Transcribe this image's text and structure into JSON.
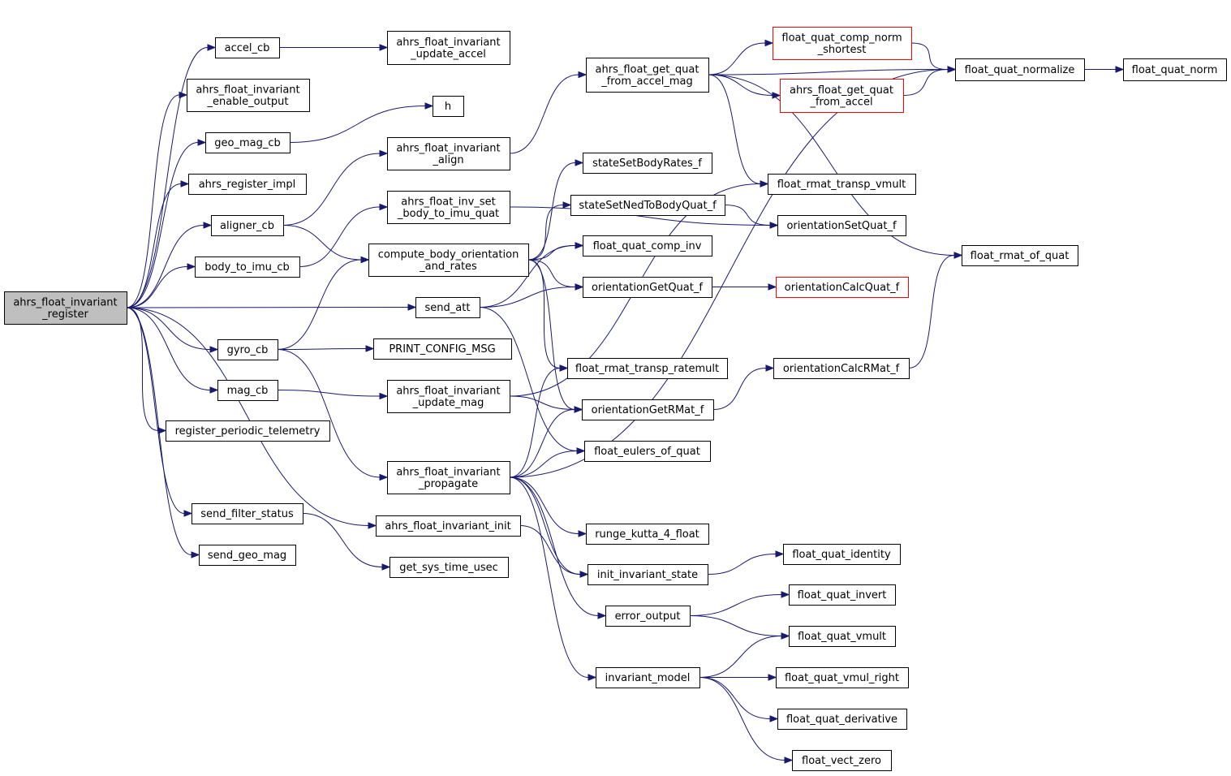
{
  "colors": {
    "edge": "#191970",
    "node_border": "#000000",
    "truncated_border": "#ff0000",
    "root_fill": "#bfbfbf"
  },
  "nodes": {
    "root": {
      "lines": [
        "ahrs_float_invariant",
        "_register"
      ]
    },
    "accel_cb": {
      "lines": [
        "accel_cb"
      ]
    },
    "enable_output": {
      "lines": [
        "ahrs_float_invariant",
        "_enable_output"
      ]
    },
    "geo_mag_cb": {
      "lines": [
        "geo_mag_cb"
      ]
    },
    "register_impl": {
      "lines": [
        "ahrs_register_impl"
      ]
    },
    "aligner_cb": {
      "lines": [
        "aligner_cb"
      ]
    },
    "body_to_imu_cb": {
      "lines": [
        "body_to_imu_cb"
      ]
    },
    "gyro_cb": {
      "lines": [
        "gyro_cb"
      ]
    },
    "mag_cb": {
      "lines": [
        "mag_cb"
      ]
    },
    "reg_periodic": {
      "lines": [
        "register_periodic_telemetry"
      ]
    },
    "send_filter_status": {
      "lines": [
        "send_filter_status"
      ]
    },
    "send_geo_mag": {
      "lines": [
        "send_geo_mag"
      ]
    },
    "update_accel": {
      "lines": [
        "ahrs_float_invariant",
        "_update_accel"
      ]
    },
    "h": {
      "lines": [
        "h"
      ]
    },
    "align": {
      "lines": [
        "ahrs_float_invariant",
        "_align"
      ]
    },
    "inv_set_body": {
      "lines": [
        "ahrs_float_inv_set",
        "_body_to_imu_quat"
      ]
    },
    "compute_body": {
      "lines": [
        "compute_body_orientation",
        "_and_rates"
      ]
    },
    "send_att": {
      "lines": [
        "send_att"
      ]
    },
    "print_config": {
      "lines": [
        "PRINT_CONFIG_MSG"
      ]
    },
    "update_mag": {
      "lines": [
        "ahrs_float_invariant",
        "_update_mag"
      ]
    },
    "propagate": {
      "lines": [
        "ahrs_float_invariant",
        "_propagate"
      ]
    },
    "inv_init": {
      "lines": [
        "ahrs_float_invariant_init"
      ]
    },
    "get_sys_time": {
      "lines": [
        "get_sys_time_usec"
      ]
    },
    "get_quat_accel_mag": {
      "lines": [
        "ahrs_float_get_quat",
        "_from_accel_mag"
      ]
    },
    "state_body_rates": {
      "lines": [
        "stateSetBodyRates_f"
      ]
    },
    "state_ned_quat": {
      "lines": [
        "stateSetNedToBodyQuat_f"
      ]
    },
    "quat_comp_inv": {
      "lines": [
        "float_quat_comp_inv"
      ]
    },
    "orient_get_quat": {
      "lines": [
        "orientationGetQuat_f"
      ]
    },
    "rmat_transp_ratemult": {
      "lines": [
        "float_rmat_transp_ratemult"
      ]
    },
    "orient_get_rmat": {
      "lines": [
        "orientationGetRMat_f"
      ]
    },
    "eulers_of_quat": {
      "lines": [
        "float_eulers_of_quat"
      ]
    },
    "runge_kutta": {
      "lines": [
        "runge_kutta_4_float"
      ]
    },
    "init_inv_state": {
      "lines": [
        "init_invariant_state"
      ]
    },
    "error_output": {
      "lines": [
        "error_output"
      ]
    },
    "invariant_model": {
      "lines": [
        "invariant_model"
      ]
    },
    "quat_comp_norm_shortest": {
      "lines": [
        "float_quat_comp_norm",
        "_shortest"
      ]
    },
    "get_quat_from_accel": {
      "lines": [
        "ahrs_float_get_quat",
        "_from_accel"
      ]
    },
    "rmat_transp_vmult": {
      "lines": [
        "float_rmat_transp_vmult"
      ]
    },
    "orient_set_quat": {
      "lines": [
        "orientationSetQuat_f"
      ]
    },
    "orient_calc_quat": {
      "lines": [
        "orientationCalcQuat_f"
      ]
    },
    "orient_calc_rmat": {
      "lines": [
        "orientationCalcRMat_f"
      ]
    },
    "quat_identity": {
      "lines": [
        "float_quat_identity"
      ]
    },
    "quat_invert": {
      "lines": [
        "float_quat_invert"
      ]
    },
    "quat_vmult": {
      "lines": [
        "float_quat_vmult"
      ]
    },
    "quat_vmul_right": {
      "lines": [
        "float_quat_vmul_right"
      ]
    },
    "quat_derivative": {
      "lines": [
        "float_quat_derivative"
      ]
    },
    "vect_zero": {
      "lines": [
        "float_vect_zero"
      ]
    },
    "quat_normalize": {
      "lines": [
        "float_quat_normalize"
      ]
    },
    "rmat_of_quat": {
      "lines": [
        "float_rmat_of_quat"
      ]
    },
    "quat_norm": {
      "lines": [
        "float_quat_norm"
      ]
    }
  },
  "edges": [
    [
      "root",
      "accel_cb"
    ],
    [
      "root",
      "enable_output"
    ],
    [
      "root",
      "geo_mag_cb"
    ],
    [
      "root",
      "register_impl"
    ],
    [
      "root",
      "aligner_cb"
    ],
    [
      "root",
      "body_to_imu_cb"
    ],
    [
      "root",
      "send_att"
    ],
    [
      "root",
      "gyro_cb"
    ],
    [
      "root",
      "mag_cb"
    ],
    [
      "root",
      "reg_periodic"
    ],
    [
      "root",
      "inv_init"
    ],
    [
      "root",
      "send_filter_status"
    ],
    [
      "root",
      "send_geo_mag"
    ],
    [
      "accel_cb",
      "update_accel"
    ],
    [
      "geo_mag_cb",
      "h"
    ],
    [
      "aligner_cb",
      "align"
    ],
    [
      "aligner_cb",
      "compute_body"
    ],
    [
      "body_to_imu_cb",
      "inv_set_body"
    ],
    [
      "gyro_cb",
      "compute_body"
    ],
    [
      "gyro_cb",
      "print_config"
    ],
    [
      "gyro_cb",
      "propagate"
    ],
    [
      "mag_cb",
      "update_mag"
    ],
    [
      "send_filter_status",
      "get_sys_time"
    ],
    [
      "align",
      "get_quat_accel_mag"
    ],
    [
      "inv_set_body",
      "orient_set_quat"
    ],
    [
      "compute_body",
      "state_body_rates"
    ],
    [
      "compute_body",
      "state_ned_quat"
    ],
    [
      "compute_body",
      "quat_comp_inv"
    ],
    [
      "compute_body",
      "orient_get_quat"
    ],
    [
      "compute_body",
      "rmat_transp_ratemult"
    ],
    [
      "compute_body",
      "orient_get_rmat"
    ],
    [
      "send_att",
      "quat_comp_inv"
    ],
    [
      "send_att",
      "orient_get_quat"
    ],
    [
      "send_att",
      "eulers_of_quat"
    ],
    [
      "update_mag",
      "rmat_transp_vmult"
    ],
    [
      "update_mag",
      "orient_get_rmat"
    ],
    [
      "propagate",
      "rmat_transp_ratemult"
    ],
    [
      "propagate",
      "orient_get_rmat"
    ],
    [
      "propagate",
      "eulers_of_quat"
    ],
    [
      "propagate",
      "quat_normalize"
    ],
    [
      "propagate",
      "runge_kutta"
    ],
    [
      "propagate",
      "init_inv_state"
    ],
    [
      "propagate",
      "error_output"
    ],
    [
      "propagate",
      "invariant_model"
    ],
    [
      "inv_init",
      "init_inv_state"
    ],
    [
      "get_quat_accel_mag",
      "quat_normalize"
    ],
    [
      "get_quat_accel_mag",
      "quat_comp_norm_shortest"
    ],
    [
      "get_quat_accel_mag",
      "get_quat_from_accel"
    ],
    [
      "get_quat_accel_mag",
      "rmat_transp_vmult"
    ],
    [
      "get_quat_accel_mag",
      "rmat_of_quat"
    ],
    [
      "state_ned_quat",
      "orient_set_quat"
    ],
    [
      "orient_get_quat",
      "orient_calc_quat"
    ],
    [
      "orient_get_rmat",
      "orient_calc_rmat"
    ],
    [
      "init_inv_state",
      "quat_identity"
    ],
    [
      "error_output",
      "quat_invert"
    ],
    [
      "error_output",
      "quat_vmult"
    ],
    [
      "invariant_model",
      "quat_vmult"
    ],
    [
      "invariant_model",
      "quat_vmul_right"
    ],
    [
      "invariant_model",
      "quat_derivative"
    ],
    [
      "invariant_model",
      "vect_zero"
    ],
    [
      "quat_comp_norm_shortest",
      "quat_normalize"
    ],
    [
      "get_quat_from_accel",
      "quat_normalize"
    ],
    [
      "orient_calc_rmat",
      "rmat_of_quat"
    ],
    [
      "quat_normalize",
      "quat_norm"
    ]
  ]
}
